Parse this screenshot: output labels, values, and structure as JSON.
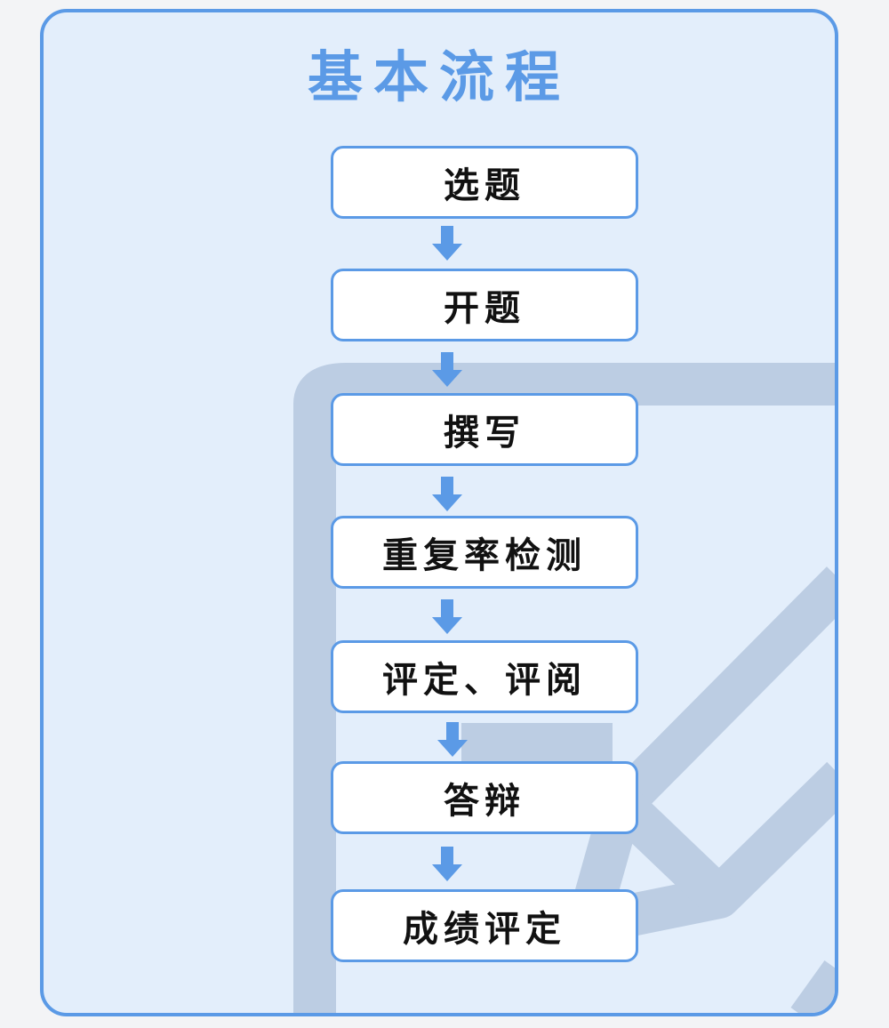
{
  "title": "基本流程",
  "steps": [
    {
      "label": "选题"
    },
    {
      "label": "开题"
    },
    {
      "label": "撰写"
    },
    {
      "label": "重复率检测"
    },
    {
      "label": "评定、评阅"
    },
    {
      "label": "答辩"
    },
    {
      "label": "成绩评定"
    }
  ],
  "colors": {
    "accent": "#5b9ae6",
    "panel_bg": "#e3eefb",
    "decoration": "#bccde3",
    "step_bg": "#ffffff",
    "step_text": "#111111"
  },
  "icons": {
    "background": "pencil-illustration",
    "connector": "arrow-down-icon"
  }
}
